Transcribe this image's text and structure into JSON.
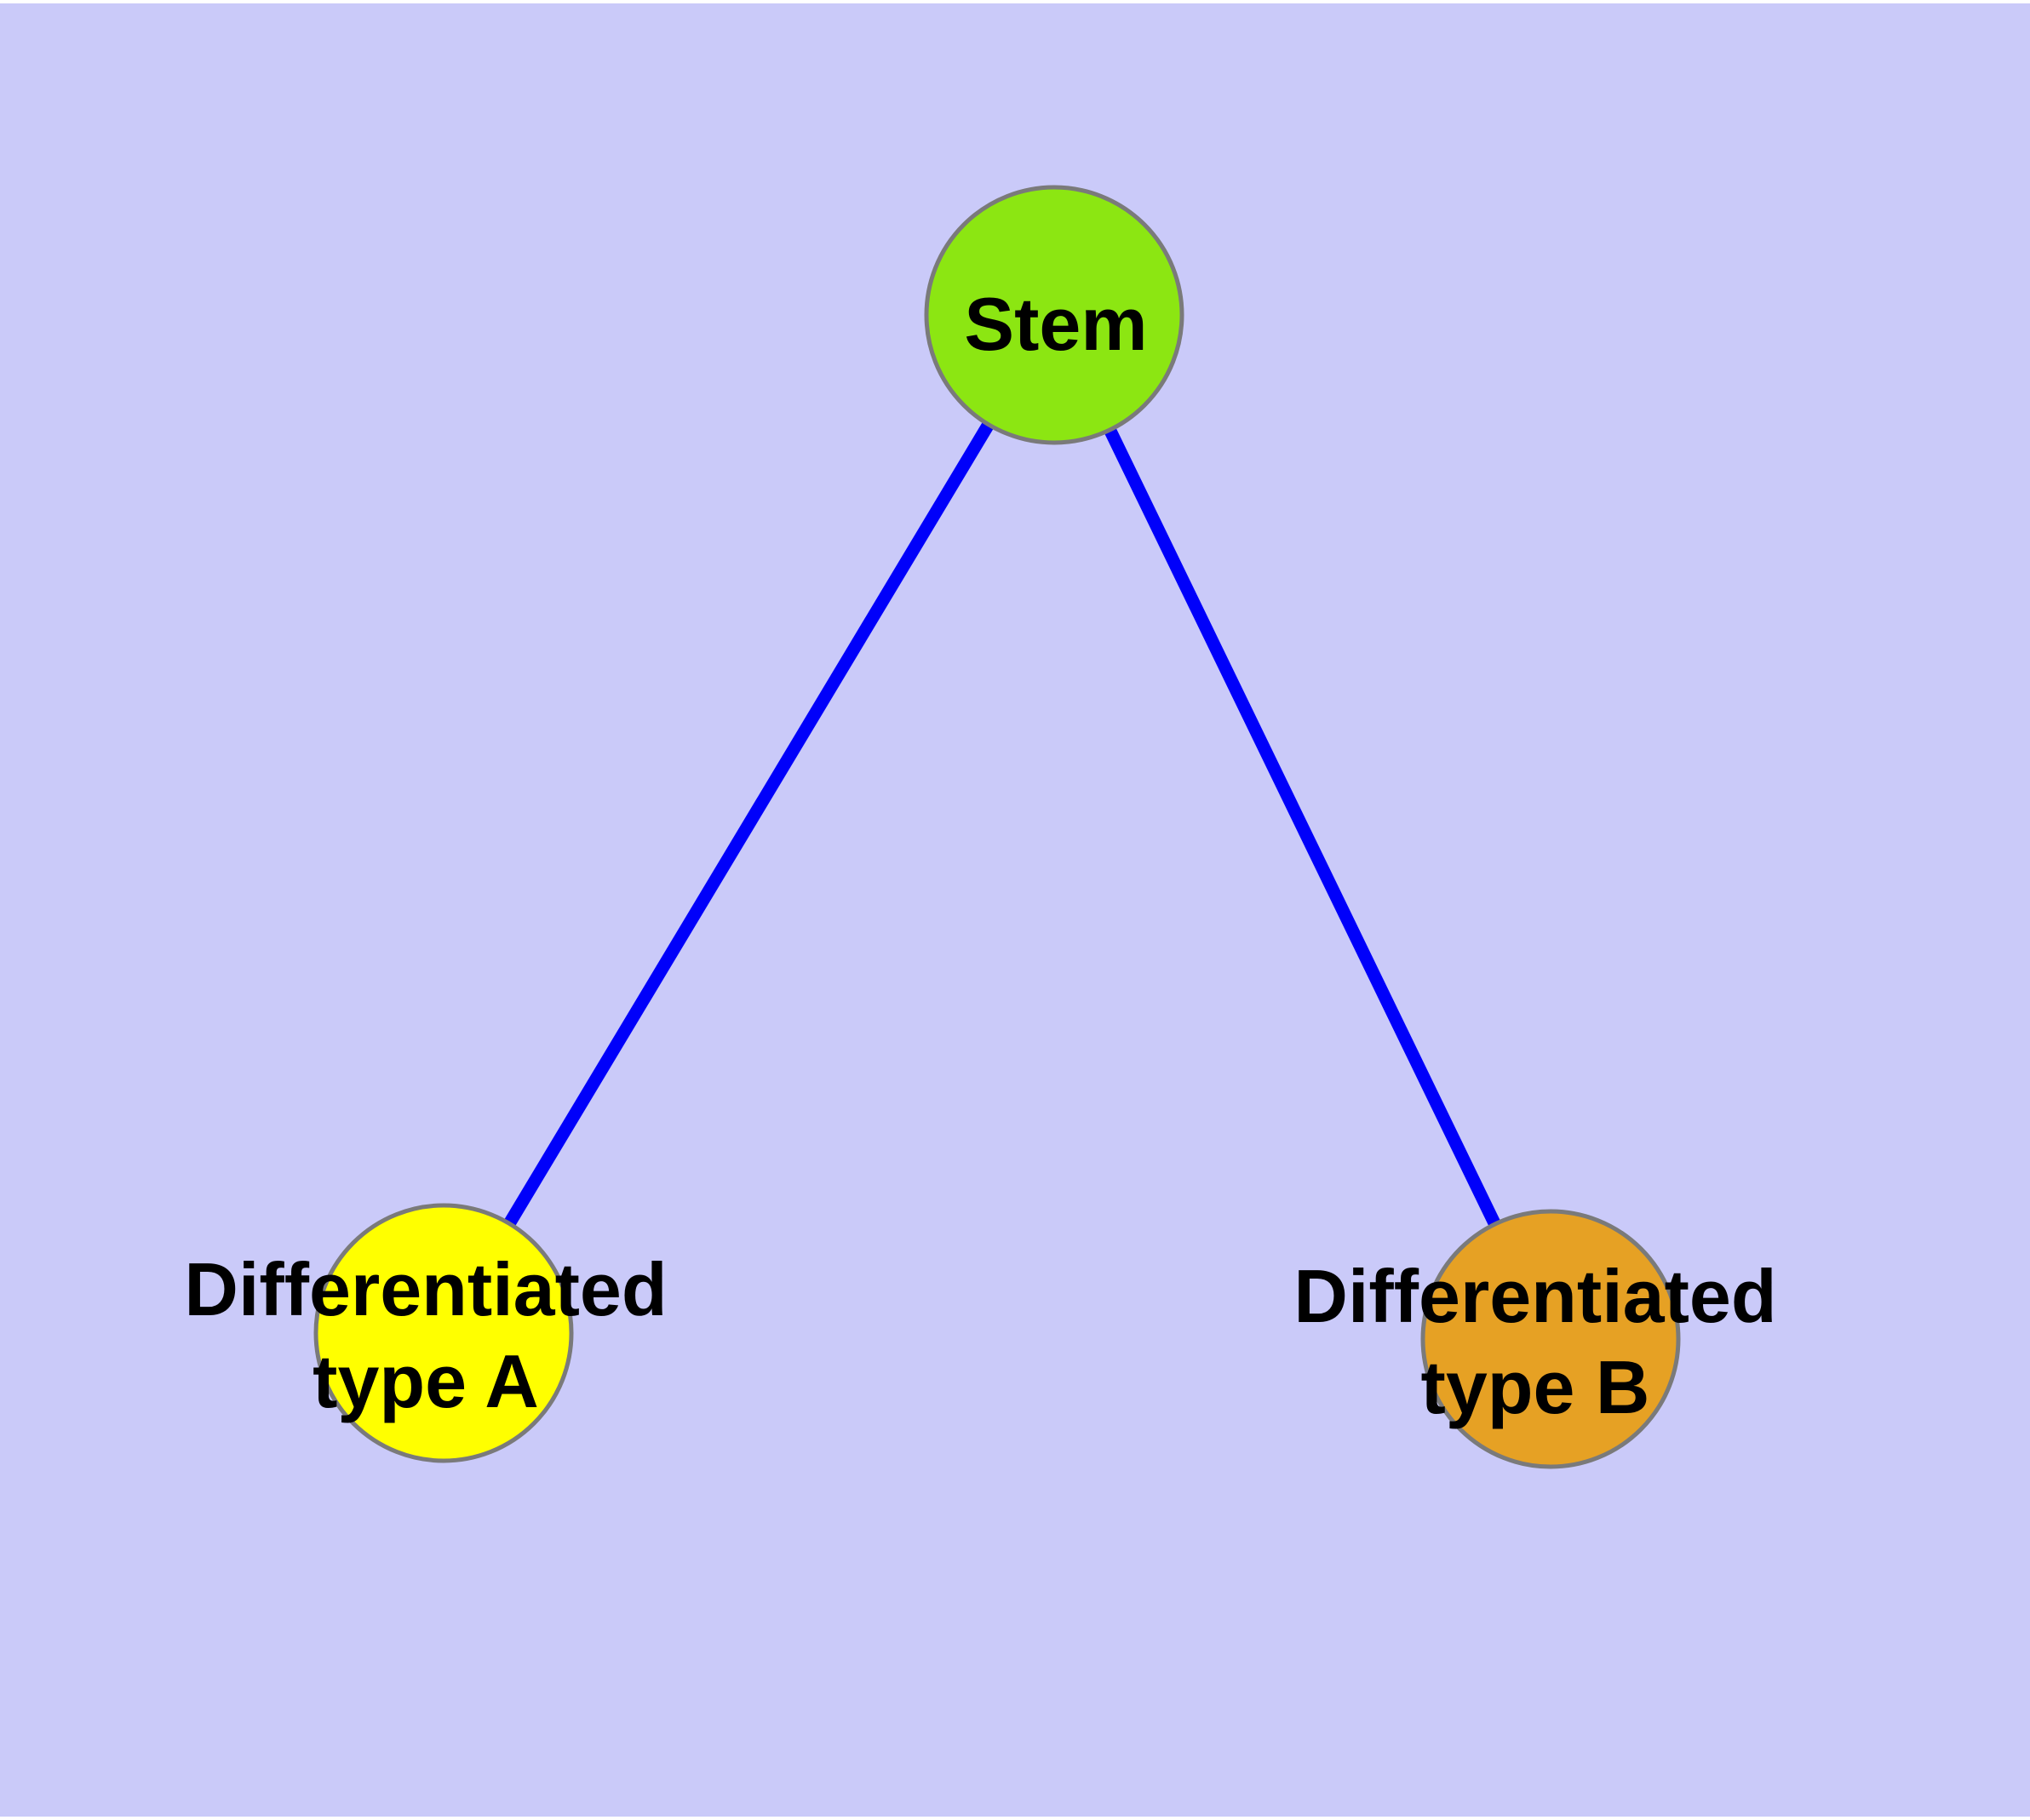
{
  "background_color": "#CACAF9",
  "edge_color": "#0000FA",
  "node_border_color": "#7A7A7A",
  "label_color": "#000000",
  "nodes": [
    {
      "id": "stem",
      "label": "Stem",
      "fill_color": "#8CE612"
    },
    {
      "id": "differentiated-type-a",
      "label": "Differentiated type A",
      "label_lines": [
        "Differentiated",
        "type A"
      ],
      "fill_color": "#FFFF00"
    },
    {
      "id": "differentiated-type-b",
      "label": "Differentiated type B",
      "label_lines": [
        "Differentiated",
        "type B"
      ],
      "fill_color": "#E6A124"
    }
  ],
  "edges": [
    {
      "from": "Stem",
      "to": "Differentiated type A"
    },
    {
      "from": "Stem",
      "to": "Differentiated type B"
    }
  ]
}
